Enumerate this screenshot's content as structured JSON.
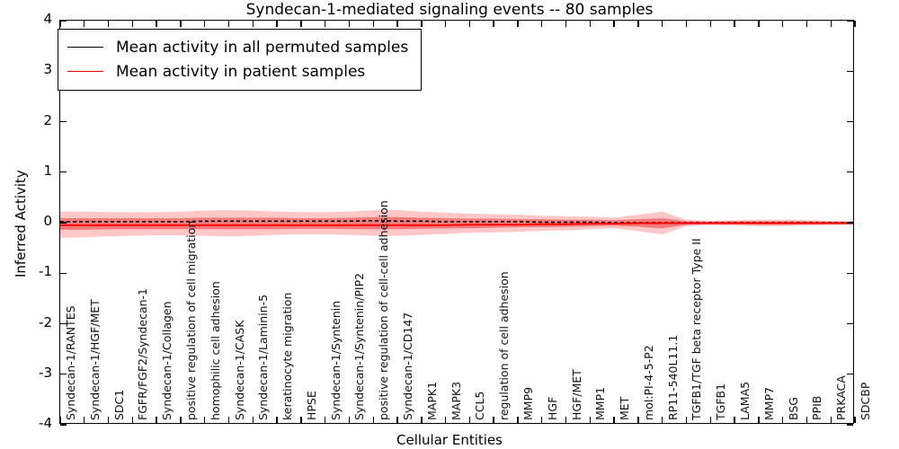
{
  "chart_data": {
    "type": "line",
    "title": "Syndecan-1-mediated signaling events -- 80 samples",
    "xlabel": "Cellular Entities",
    "ylabel": "Inferred Activity",
    "ylim": [
      -4,
      4
    ],
    "yticks": [
      -4,
      -3,
      -2,
      -1,
      0,
      1,
      2,
      3,
      4
    ],
    "ytick_labels": [
      "-4",
      "-3",
      "-2",
      "-1",
      "0",
      "1",
      "2",
      "3",
      "4"
    ],
    "grid": false,
    "legend_position": "upper left",
    "categories": [
      "Syndecan-1/RANTES",
      "Syndecan-1/HGF/MET",
      "SDC1",
      "FGFR/FGF2/Syndecan-1",
      "Syndecan-1/Collagen",
      "positive regulation of cell migration",
      "homophilic cell adhesion",
      "Syndecan-1/CASK",
      "Syndecan-1/Laminin-5",
      "keratinocyte migration",
      "HPSE",
      "Syndecan-1/Syntenin",
      "Syndecan-1/Syntenin/PIP2",
      "positive regulation of cell-cell adhesion",
      "Syndecan-1/CD147",
      "MAPK1",
      "MAPK3",
      "CCL5",
      "regulation of cell adhesion",
      "MMP9",
      "HGF",
      "HGF/MET",
      "MMP1",
      "MET",
      "mol:PI-4-5-P2",
      "RP11-540L11.1",
      "TGFB1/TGF beta receptor Type II",
      "TGFB1",
      "LAMA5",
      "MMP7",
      "BSG",
      "PPIB",
      "PRKACA",
      "SDCBP"
    ],
    "series": [
      {
        "name": "Mean activity in all permuted samples",
        "color": "#000000",
        "style": "dashed",
        "values": [
          0.02,
          0.02,
          0.02,
          0.02,
          0.02,
          0.02,
          0.03,
          0.03,
          0.03,
          0.03,
          0.03,
          0.03,
          0.03,
          0.04,
          0.03,
          0.03,
          0.02,
          0.02,
          0.02,
          0.02,
          0.01,
          0.01,
          0.01,
          0.0,
          0.0,
          0.0,
          0.0,
          0.0,
          0.0,
          0.0,
          0.0,
          0.0,
          0.0,
          0.0
        ]
      },
      {
        "name": "Mean activity in patient samples",
        "color": "#ff0000",
        "style": "solid",
        "values": [
          -0.05,
          -0.05,
          -0.05,
          -0.05,
          -0.05,
          -0.05,
          -0.05,
          -0.05,
          -0.05,
          -0.05,
          -0.05,
          -0.05,
          -0.05,
          -0.05,
          -0.05,
          -0.05,
          -0.05,
          -0.04,
          -0.04,
          -0.04,
          -0.03,
          -0.03,
          -0.02,
          -0.02,
          -0.01,
          -0.01,
          -0.01,
          -0.01,
          -0.01,
          -0.01,
          -0.01,
          -0.01,
          -0.01,
          -0.01
        ]
      }
    ],
    "bands": [
      {
        "name": "permuted-outer-band",
        "color": "#ff9a9a",
        "opacity": 0.55,
        "upper": [
          0.22,
          0.22,
          0.21,
          0.21,
          0.21,
          0.22,
          0.24,
          0.25,
          0.24,
          0.22,
          0.21,
          0.21,
          0.22,
          0.25,
          0.25,
          0.22,
          0.2,
          0.18,
          0.17,
          0.16,
          0.14,
          0.13,
          0.12,
          0.1,
          0.16,
          0.22,
          0.06,
          0.04,
          0.05,
          0.06,
          0.06,
          0.05,
          0.04,
          0.03
        ],
        "lower": [
          -0.3,
          -0.29,
          -0.27,
          -0.26,
          -0.25,
          -0.25,
          -0.26,
          -0.27,
          -0.26,
          -0.24,
          -0.23,
          -0.23,
          -0.24,
          -0.26,
          -0.26,
          -0.24,
          -0.22,
          -0.2,
          -0.19,
          -0.18,
          -0.16,
          -0.15,
          -0.13,
          -0.11,
          -0.17,
          -0.23,
          -0.07,
          -0.05,
          -0.06,
          -0.07,
          -0.07,
          -0.06,
          -0.05,
          -0.04
        ]
      },
      {
        "name": "patient-inner-band",
        "color": "#f05a5a",
        "opacity": 0.7,
        "upper": [
          0.09,
          0.09,
          0.09,
          0.09,
          0.09,
          0.09,
          0.1,
          0.1,
          0.1,
          0.1,
          0.09,
          0.09,
          0.1,
          0.11,
          0.11,
          0.1,
          0.09,
          0.08,
          0.08,
          0.07,
          0.07,
          0.06,
          0.06,
          0.05,
          0.07,
          0.09,
          0.03,
          0.02,
          0.03,
          0.03,
          0.03,
          0.03,
          0.02,
          0.02
        ],
        "lower": [
          -0.14,
          -0.14,
          -0.13,
          -0.13,
          -0.13,
          -0.13,
          -0.13,
          -0.13,
          -0.13,
          -0.13,
          -0.12,
          -0.12,
          -0.13,
          -0.13,
          -0.13,
          -0.12,
          -0.11,
          -0.11,
          -0.1,
          -0.09,
          -0.09,
          -0.08,
          -0.07,
          -0.06,
          -0.08,
          -0.11,
          -0.04,
          -0.03,
          -0.03,
          -0.04,
          -0.04,
          -0.03,
          -0.03,
          -0.03
        ]
      }
    ]
  },
  "legend": {
    "entries": [
      {
        "label": "Mean activity in all permuted samples",
        "color": "#000000"
      },
      {
        "label": "Mean activity in patient samples",
        "color": "#ff0000"
      }
    ]
  }
}
